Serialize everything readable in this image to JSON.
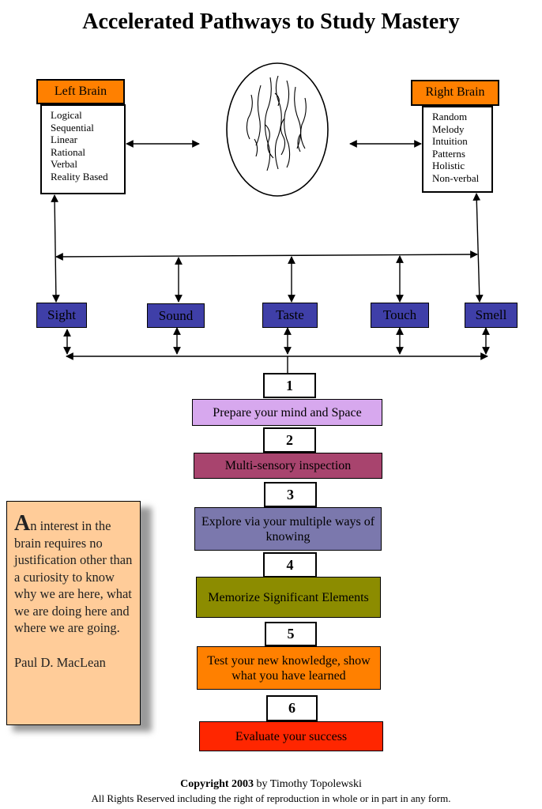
{
  "title": "Accelerated Pathways to  Study Mastery",
  "left_brain": {
    "label": "Left Brain",
    "traits": [
      "Logical",
      "Sequential",
      "Linear",
      "Rational",
      "Verbal",
      "Reality Based"
    ]
  },
  "right_brain": {
    "label": "Right Brain",
    "traits": [
      "Random",
      "Melody",
      "Intuition",
      "Patterns",
      "Holistic",
      "Non-verbal"
    ]
  },
  "senses": [
    "Sight",
    "Sound",
    "Taste",
    "Touch",
    "Smell"
  ],
  "steps": [
    {
      "number": "1",
      "text": "Prepare your mind and Space",
      "color": "#d7a8ee"
    },
    {
      "number": "2",
      "text": "Multi-sensory inspection",
      "color": "#a8446e"
    },
    {
      "number": "3",
      "text": "Explore via your multiple ways of knowing",
      "color": "#7b78ad"
    },
    {
      "number": "4",
      "text": "Memorize Significant Elements",
      "color": "#8c8c00"
    },
    {
      "number": "5",
      "text": "Test your new knowledge, show what you have learned",
      "color": "#ff8000"
    },
    {
      "number": "6",
      "text": "Evaluate your success",
      "color": "#ff2600"
    }
  ],
  "quote": {
    "initial": "A",
    "text": "n interest in the brain requires no justification other than a curiosity to know why we are here, what we are doing here and where we are going.",
    "author": "Paul D. MacLean"
  },
  "copyright": {
    "bold": "Copyright 2003",
    "rest": " by Timothy Topolewski",
    "rights": "All Rights Reserved including the right of reproduction in whole or in part in any form."
  }
}
